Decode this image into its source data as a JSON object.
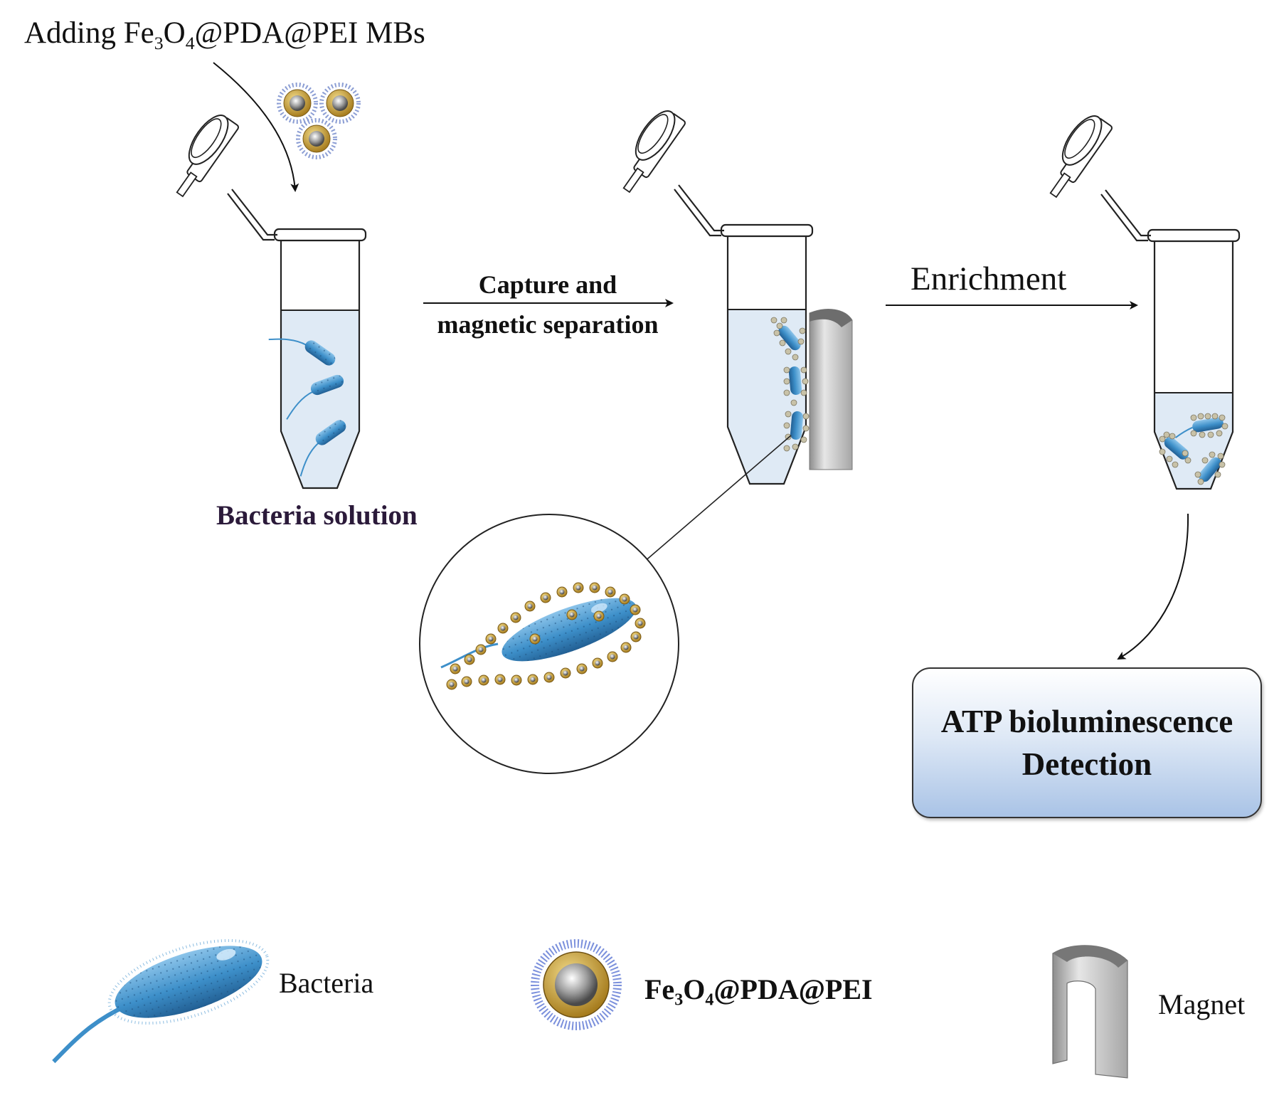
{
  "labels": {
    "title_prefix": "Adding Fe",
    "title_sub3": "3",
    "title_mid": "O",
    "title_sub4": "4",
    "title_suffix": "@PDA@PEI MBs",
    "bacteria_solution": "Bacteria solution",
    "capture_line1": "Capture and",
    "capture_line2": "magnetic separation",
    "enrichment": "Enrichment",
    "atp_line1": "ATP bioluminescence",
    "atp_line2": "Detection"
  },
  "legend": {
    "bacteria": "Bacteria",
    "mb_prefix": "Fe",
    "mb_sub3": "3",
    "mb_mid": "O",
    "mb_sub4": "4",
    "mb_suffix": "@PDA@PEI",
    "magnet": "Magnet"
  },
  "colors": {
    "bacteria_blue": "#3d8fc9",
    "liquid": "#dfeaf5",
    "bead_gold": "#c9a44a",
    "magnet_gray": "#c4c4c4",
    "detection_box": "#a9c3e6"
  },
  "icons": [
    "bacteria-icon",
    "magnetic-bead-icon",
    "magnet-icon",
    "tube-icon"
  ]
}
